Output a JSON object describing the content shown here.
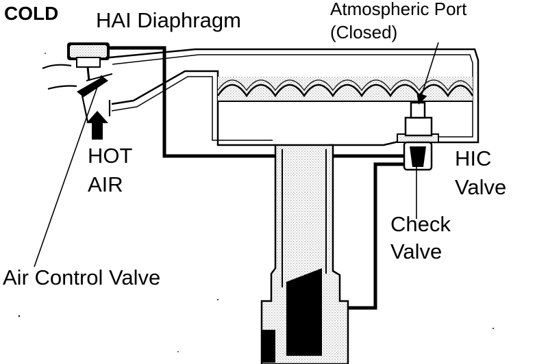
{
  "labels": {
    "cold": "COLD",
    "hai_diaphragm": "HAI Diaphragm",
    "atmospheric_port_line1": "Atmospheric Port",
    "atmospheric_port_line2": "(Closed)",
    "hot_air_line1": "HOT",
    "hot_air_line2": "AIR",
    "hic_valve_line1": "HIC",
    "hic_valve_line2": "Valve",
    "check_valve_line1": "Check",
    "check_valve_line2": "Valve",
    "air_control_valve": "Air Control Valve"
  },
  "colors": {
    "ink": "#000000",
    "paper": "#ffffff",
    "stipple": "#9a9a9a"
  }
}
